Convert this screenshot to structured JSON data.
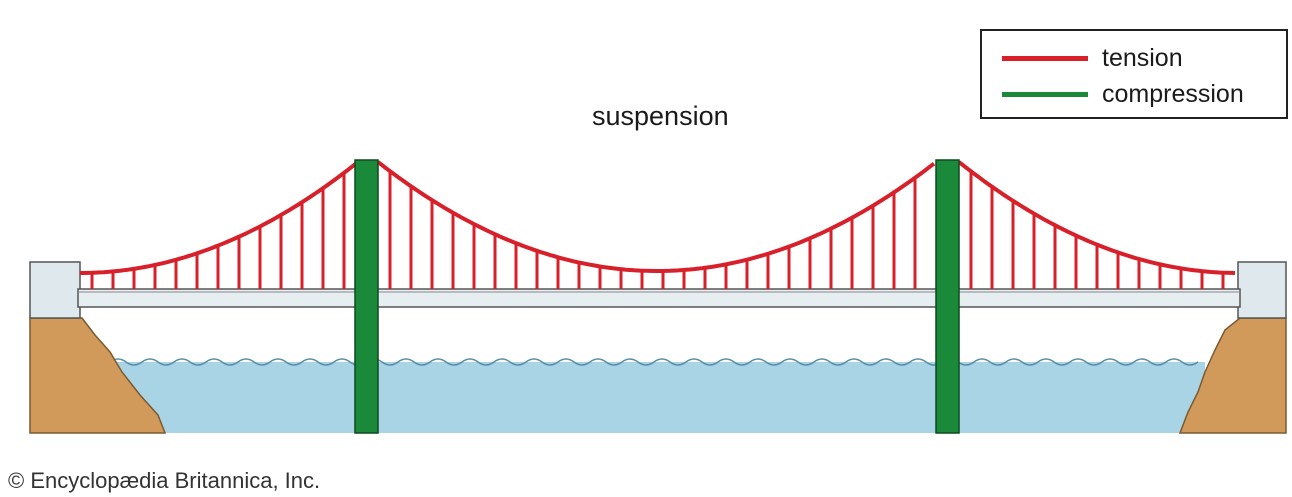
{
  "diagram": {
    "title": "suspension",
    "legend": [
      {
        "label": "tension",
        "color": "#d8202a"
      },
      {
        "label": "compression",
        "color": "#1a8a3a"
      }
    ],
    "credit": "© Encyclopædia Britannica, Inc.",
    "colors": {
      "cable": "#d8202a",
      "tower": "#1a8a3a",
      "water": "#a8d4e6",
      "deck": "#e6eef2",
      "earth": "#d29a5a",
      "abutment": "#dfe8ec"
    }
  }
}
